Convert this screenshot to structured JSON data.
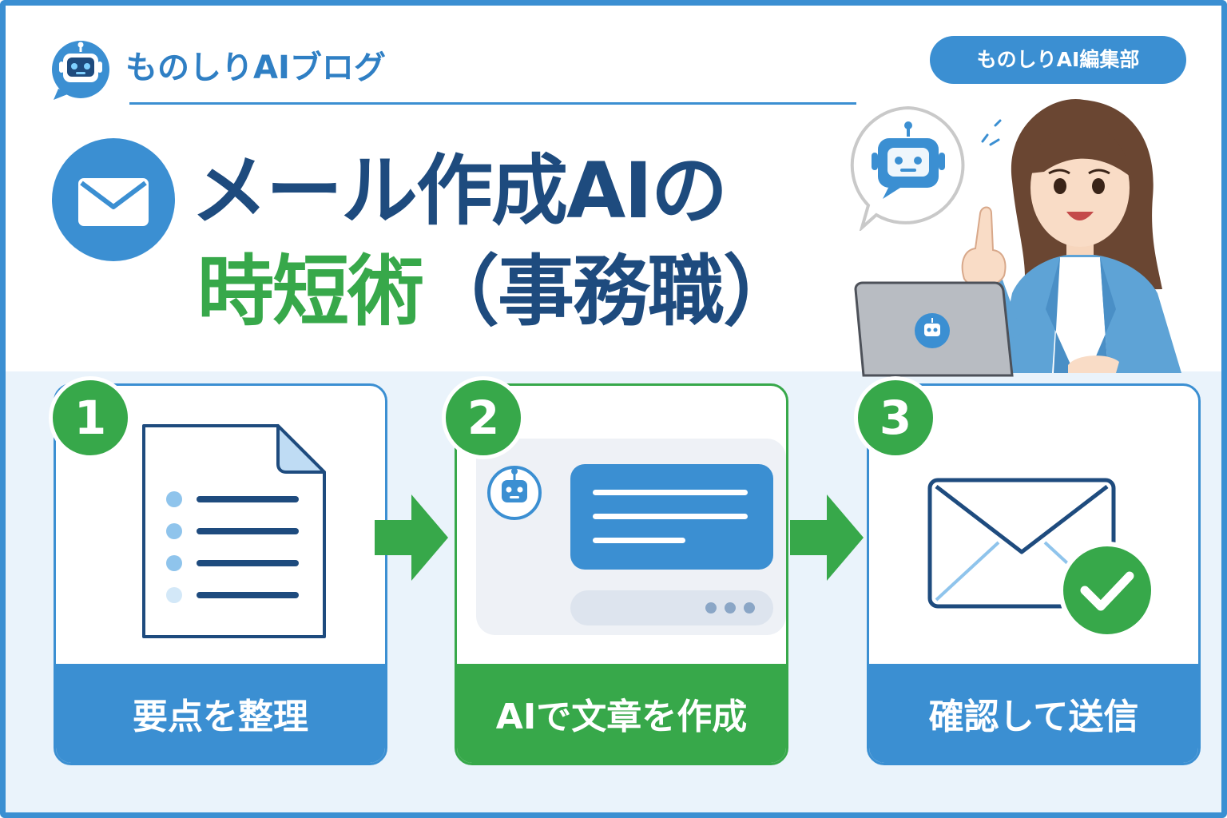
{
  "header": {
    "brand_name": "ものしりAIブログ",
    "brand_icon": "robot-chat-icon",
    "editor_badge": "ものしりAI編集部"
  },
  "title": {
    "line1": "メール作成AIの",
    "line2_highlight": "時短術",
    "line2_rest": "（事務職）",
    "icon": "mail-icon"
  },
  "steps": [
    {
      "number": "1",
      "label": "要点を整理",
      "icon": "document-list-icon"
    },
    {
      "number": "2",
      "label": "AIで文章を作成",
      "icon": "ai-chat-icon"
    },
    {
      "number": "3",
      "label": "確認して送信",
      "icon": "mail-check-icon"
    }
  ],
  "colors": {
    "primary_blue": "#3b8fd2",
    "navy": "#1e4b7e",
    "green": "#37a84a",
    "light_band": "#eaf3fb"
  }
}
